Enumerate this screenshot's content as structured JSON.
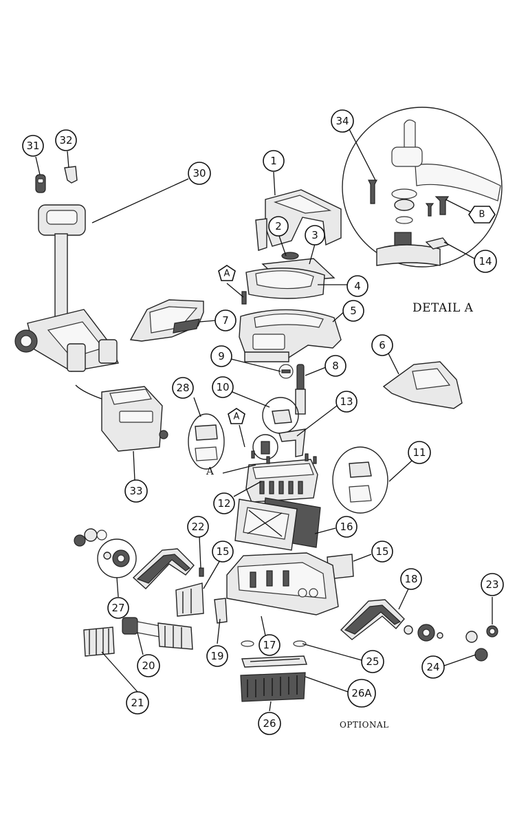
{
  "captions": {
    "detail": "DETAIL A",
    "optional": "OPTIONAL"
  },
  "callouts": {
    "c1": "1",
    "c2": "2",
    "c3": "3",
    "c4": "4",
    "c5": "5",
    "c6": "6",
    "c7": "7",
    "c8": "8",
    "c9": "9",
    "c10": "10",
    "c11": "11",
    "c12": "12",
    "c13": "13",
    "c14": "14",
    "c15a": "15",
    "c15b": "15",
    "c16": "16",
    "c17": "17",
    "c18": "18",
    "c19": "19",
    "c20": "20",
    "c21": "21",
    "c22": "22",
    "c23": "23",
    "c24": "24",
    "c25": "25",
    "c26": "26",
    "c26a": "26A",
    "c27": "27",
    "c28": "28",
    "c30": "30",
    "c31": "31",
    "c32": "32",
    "c33": "33",
    "c34": "34"
  },
  "markers": {
    "a1": "A",
    "a2": "A",
    "a_label": "A",
    "b1": "B"
  }
}
